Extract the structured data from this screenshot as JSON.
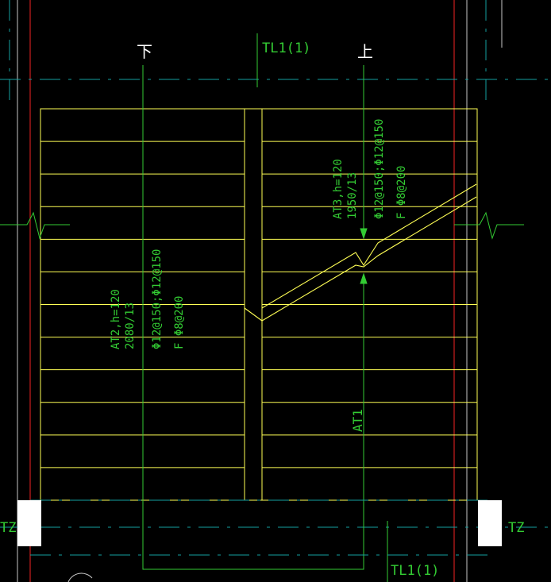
{
  "colors": {
    "background": "#000000",
    "stair_lines": "#ffff55",
    "annotation": "#33cc33",
    "grid_axis": "#14a0a0",
    "wall_red": "#cc1f1f",
    "support_fill": "#ffffff"
  },
  "labels": {
    "down": "下",
    "up": "上",
    "beam_top": "TL1(1)",
    "beam_bottom": "TL1(1)",
    "column_left": "TZ",
    "column_right": "TZ",
    "run_marker": "AT1"
  },
  "stair_left": {
    "line1": "AT2,h=120",
    "line2": "2080/13",
    "line3": "Φ12@150;Φ12@150",
    "line4": "F Φ8@200"
  },
  "stair_right": {
    "line1": "AT3,h=120",
    "line2": "1950/13",
    "line3": "Φ12@150;Φ12@150",
    "line4": "F Φ8@200"
  },
  "tread_count": 12
}
